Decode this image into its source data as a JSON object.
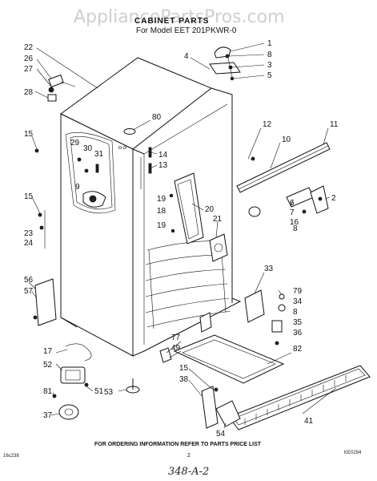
{
  "watermark": "AppliancePartsPros.com",
  "header": {
    "title": "CABINET PARTS",
    "model_line": "For Model EET 201PKWR-0"
  },
  "footer": {
    "instructions": "FOR ORDERING INFORMATION REFER TO PARTS PRICE LIST",
    "page_number": "2",
    "left_code": "16c238",
    "right_code": "KE0294",
    "handwritten": "348-A-2"
  },
  "callouts": [
    "1",
    "8",
    "3",
    "5",
    "4",
    "22",
    "26",
    "27",
    "28",
    "80",
    "15",
    "29",
    "30",
    "31",
    "9",
    "14",
    "13",
    "12",
    "11",
    "10",
    "19",
    "20",
    "18",
    "21",
    "6",
    "7",
    "2",
    "16",
    "8",
    "15",
    "23",
    "24",
    "19",
    "33",
    "79",
    "34",
    "8",
    "35",
    "36",
    "82",
    "56",
    "57",
    "77",
    "49",
    "17",
    "52",
    "51",
    "81",
    "53",
    "37",
    "15",
    "38",
    "54",
    "41"
  ]
}
